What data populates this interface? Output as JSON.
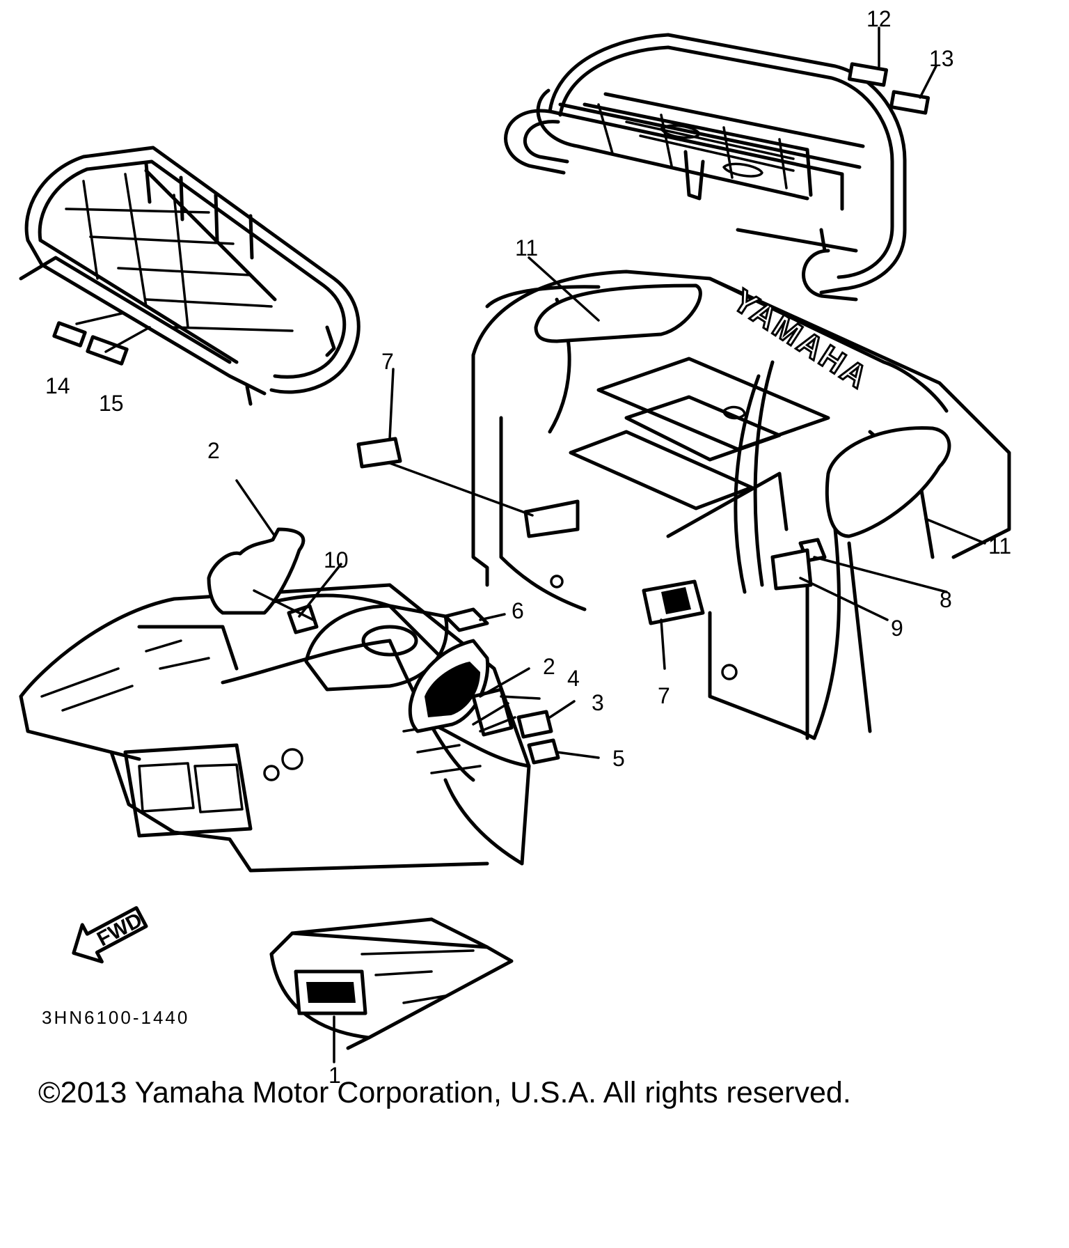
{
  "diagram": {
    "part_code": "3HN6100-1440",
    "direction_label": "FWD",
    "brand_text": "YAMAHA",
    "callouts": [
      {
        "id": "c1",
        "label": "1"
      },
      {
        "id": "c2a",
        "label": "2"
      },
      {
        "id": "c2b",
        "label": "2"
      },
      {
        "id": "c3",
        "label": "3"
      },
      {
        "id": "c4",
        "label": "4"
      },
      {
        "id": "c5",
        "label": "5"
      },
      {
        "id": "c6",
        "label": "6"
      },
      {
        "id": "c7a",
        "label": "7"
      },
      {
        "id": "c7b",
        "label": "7"
      },
      {
        "id": "c8",
        "label": "8"
      },
      {
        "id": "c9",
        "label": "9"
      },
      {
        "id": "c10",
        "label": "10"
      },
      {
        "id": "c11a",
        "label": "11"
      },
      {
        "id": "c11b",
        "label": "11"
      },
      {
        "id": "c12",
        "label": "12"
      },
      {
        "id": "c13",
        "label": "13"
      },
      {
        "id": "c14",
        "label": "14"
      },
      {
        "id": "c15",
        "label": "15"
      }
    ]
  },
  "footer": {
    "copyright": "©2013 Yamaha Motor Corporation, U.S.A. All rights reserved."
  }
}
